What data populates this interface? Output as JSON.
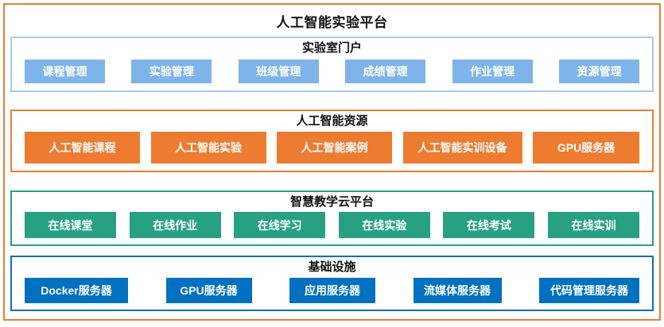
{
  "title": "人工智能实验平台",
  "colors": {
    "accent-orange": "#ED7C31",
    "portal-btn": "#7FB4EA",
    "portal-border": "#A6CCF0",
    "accent-green": "#28A183",
    "accent-blue": "#0070C0",
    "infra-border": "#0D6FBE",
    "title-text": "#111111",
    "button-text": "#FFFFFF"
  },
  "sections": [
    {
      "title": "实验室门户",
      "items": [
        "课程管理",
        "实验管理",
        "班级管理",
        "成绩管理",
        "作业管理",
        "资源管理"
      ]
    },
    {
      "title": "人工智能资源",
      "items": [
        "人工智能课程",
        "人工智能实验",
        "人工智能案例",
        "人工智能实训设备",
        "GPU服务器"
      ]
    },
    {
      "title": "智慧教学云平台",
      "items": [
        "在线课堂",
        "在线作业",
        "在线学习",
        "在线实验",
        "在线考试",
        "在线实训"
      ]
    },
    {
      "title": "基础设施",
      "items": [
        "Docker服务器",
        "GPU服务器",
        "应用服务器",
        "流媒体服务器",
        "代码管理服务器"
      ]
    }
  ]
}
